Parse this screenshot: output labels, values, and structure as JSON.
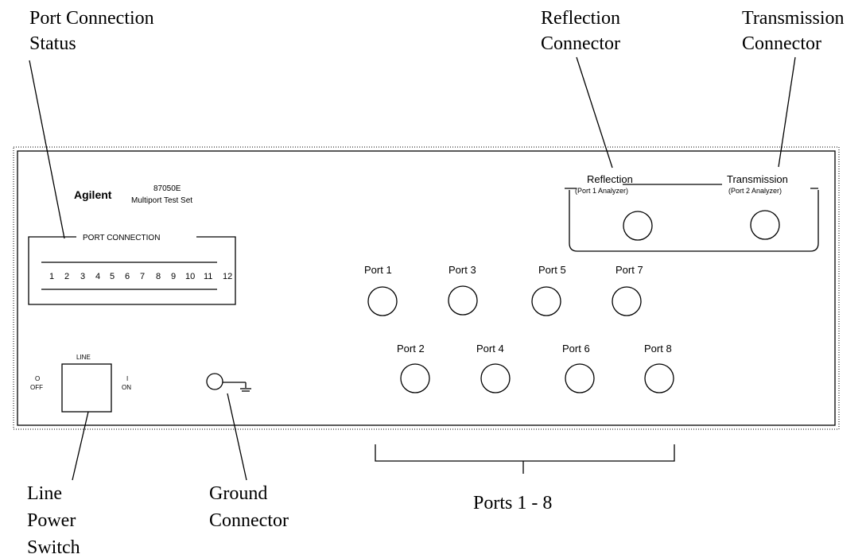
{
  "callouts": {
    "port_connection_status": [
      "Port Connection",
      "Status"
    ],
    "reflection_connector": [
      "Reflection",
      "Connector"
    ],
    "transmission_connector": [
      "Transmission",
      "Connector"
    ],
    "line_power_switch": [
      "Line",
      "Power",
      "Switch"
    ],
    "ground_connector": [
      "Ground",
      "Connector"
    ],
    "ports_range": "Ports 1 - 8"
  },
  "panel": {
    "brand": "Agilent",
    "model": "87050E",
    "model_desc": "Multiport Test Set",
    "port_connection": {
      "title": "PORT CONNECTION",
      "numbers": [
        "1",
        "2",
        "3",
        "4",
        "5",
        "6",
        "7",
        "8",
        "9",
        "10",
        "11",
        "12"
      ]
    },
    "power": {
      "line_label": "LINE",
      "off_symbol": "O",
      "off_label": "OFF",
      "on_symbol": "I",
      "on_label": "ON"
    },
    "analyzer": {
      "reflection_label": "Reflection",
      "reflection_sub": "(Port 1 Analyzer)",
      "transmission_label": "Transmission",
      "transmission_sub": "(Port 2 Analyzer)"
    },
    "ports_top": [
      "Port 1",
      "Port 3",
      "Port 5",
      "Port 7"
    ],
    "ports_bottom": [
      "Port 2",
      "Port 4",
      "Port 6",
      "Port 8"
    ]
  }
}
